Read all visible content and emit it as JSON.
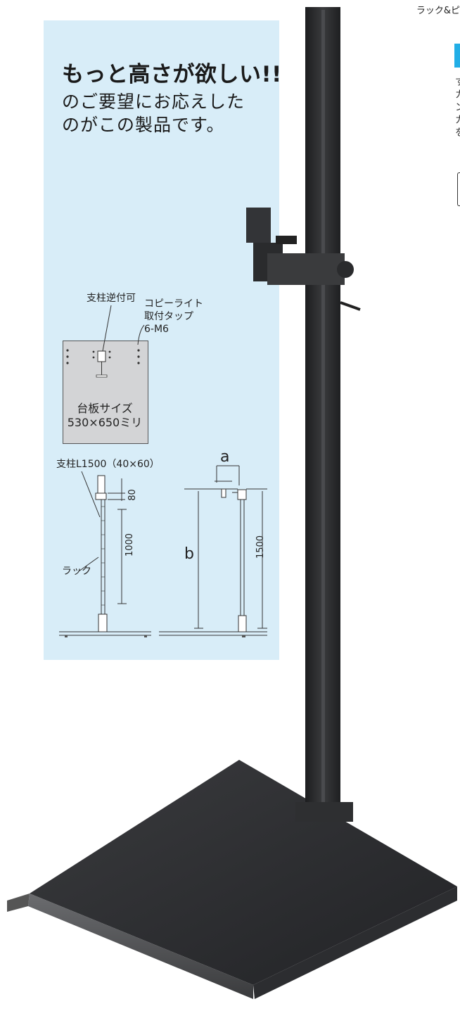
{
  "header": {
    "caption": "ラック&ピ"
  },
  "promo": {
    "headline": "もっと高さが欲しい!!",
    "line1": "のご要望にお応えした",
    "line2": "のがこの製品です。"
  },
  "diagram": {
    "label_reversible": "支柱逆付可",
    "label_copylight_1": "コピーライト",
    "label_copylight_2": "取付タップ",
    "label_copylight_3": "6-M6",
    "plate_size_1": "台板サイズ",
    "plate_size_2": "530×650ミリ",
    "label_pillar": "支柱L1500（40×60）",
    "dim_80": "80",
    "dim_1000": "1000",
    "label_rack": "ラック",
    "dim_a": "a",
    "dim_b": "b",
    "dim_1500": "1500"
  },
  "right_edge": {
    "chars": [
      "す",
      "カ",
      "ン",
      "カ",
      "を"
    ]
  },
  "colors": {
    "panel_bg": "#d8edf8",
    "accent_blue": "#22aee6",
    "stand_dark": "#2b2c2e"
  }
}
